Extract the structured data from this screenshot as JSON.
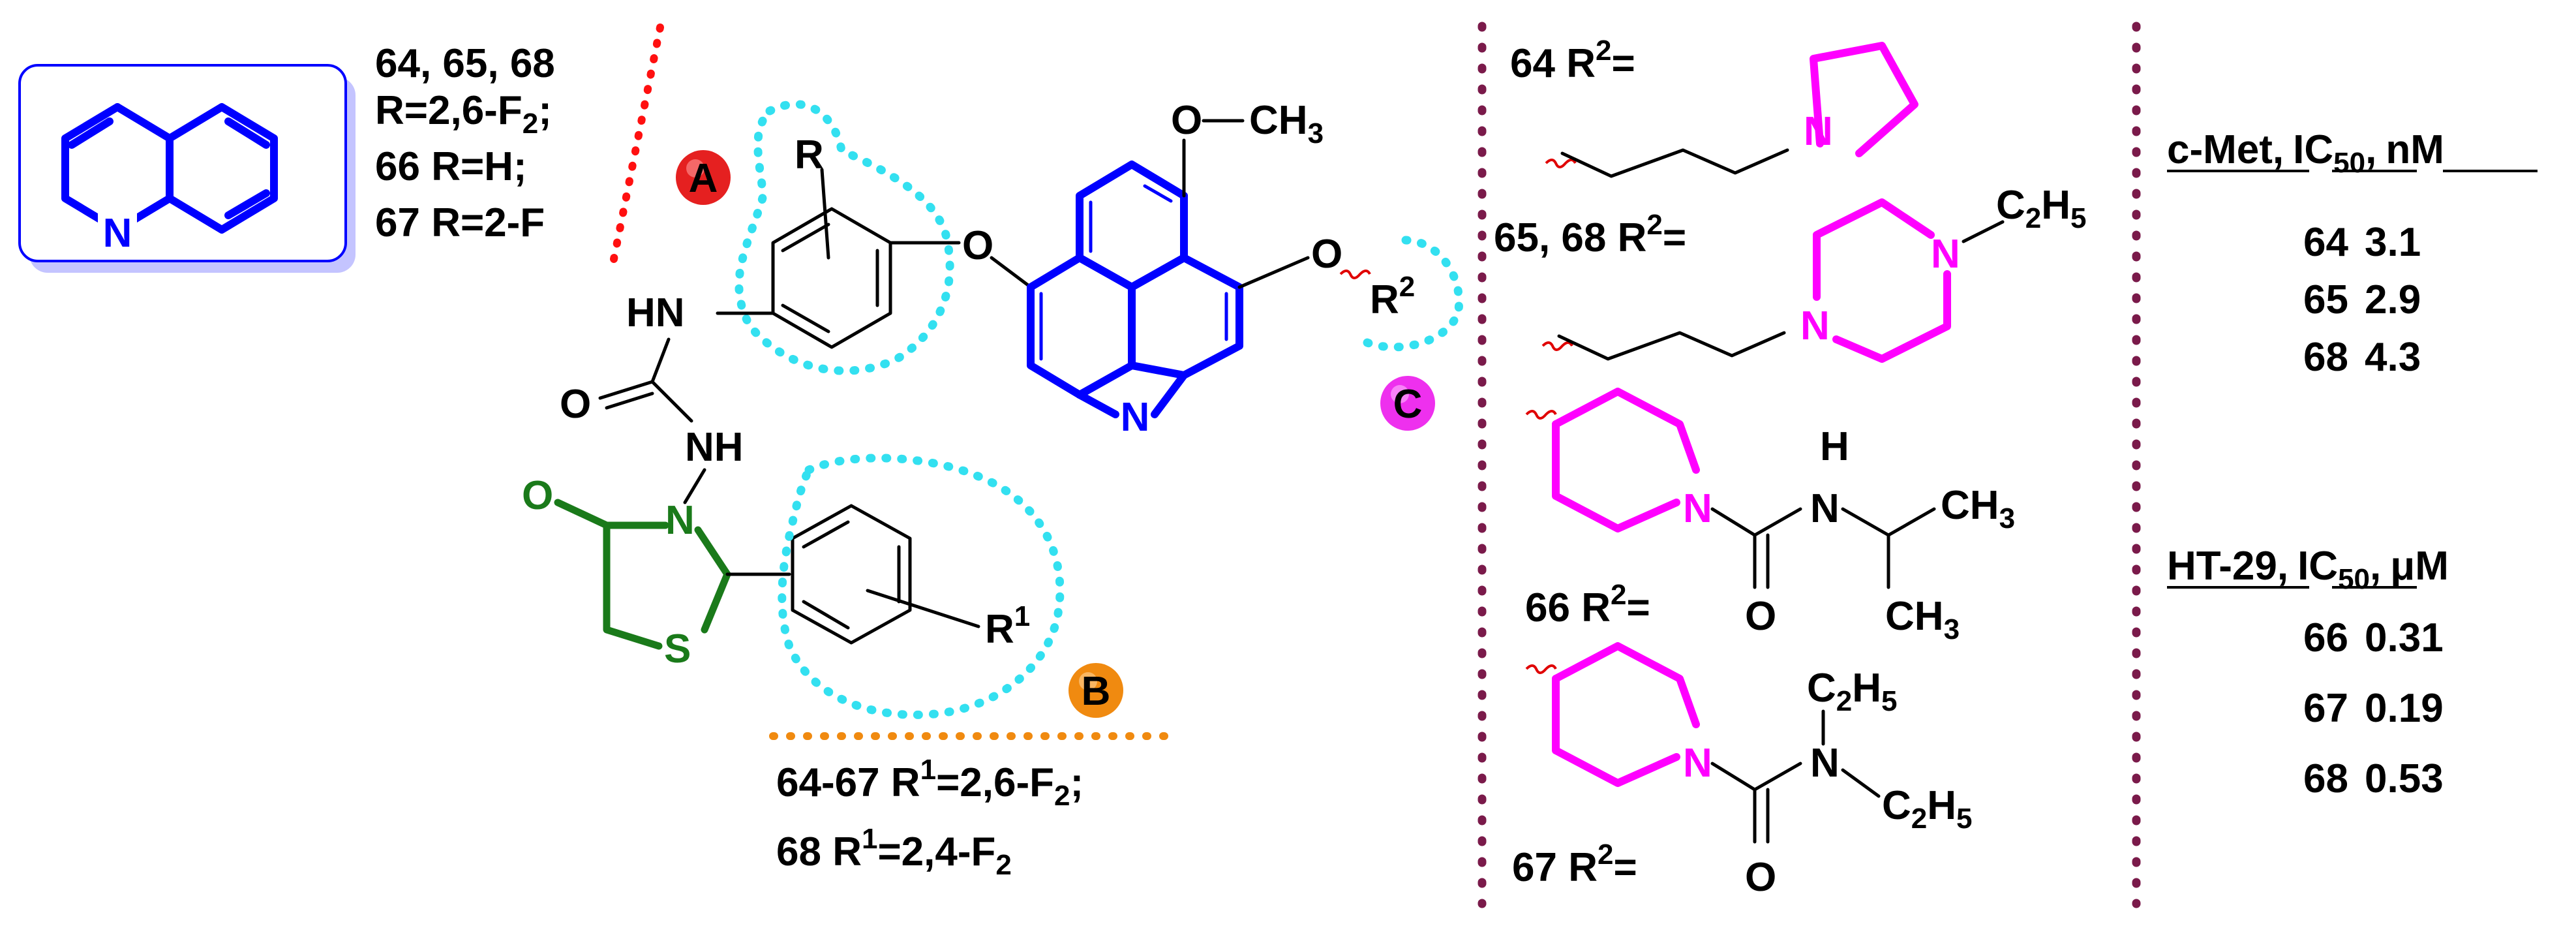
{
  "colors": {
    "core_blue": "#0000ff",
    "thiazolidinone_green": "#1a7a1a",
    "ring_magenta": "#ff00ff",
    "region_cyan": "#33e0f0",
    "badge_a": "#e52020",
    "badge_b": "#f08a10",
    "badge_c": "#ee30ee",
    "separator": "#7a1a4a"
  },
  "badges": {
    "a": "A",
    "b": "B",
    "c": "C"
  },
  "left_notes": {
    "line1": "64, 65, 68",
    "line2_main": "R=2,6-F",
    "line2_sub": "2",
    "line2_end": ";",
    "line3": "66 R=H;",
    "line4": "67 R=2-F"
  },
  "r1_notes": {
    "line1_pre": "64-67 R",
    "line1_sup": "1",
    "line1_mid": "=2,6-F",
    "line1_sub": "2",
    "line1_end": ";",
    "line2_pre": "68 R",
    "line2_sup": "1",
    "line2_mid": "=2,4-F",
    "line2_sub": "2"
  },
  "atoms": {
    "n": "N",
    "o": "O",
    "s": "S",
    "hn": "HN",
    "nh": "NH",
    "h": "H",
    "r": "R",
    "r1": "R",
    "r1_sup": "1",
    "r2": "R",
    "r2_sup": "2",
    "ch3": "CH",
    "ch3_sub": "3",
    "c2h5_c": "C",
    "c2h5_2": "2",
    "c2h5_h": "H",
    "c2h5_5": "5"
  },
  "r2_labels": {
    "c64": "64 R",
    "c6568": "65, 68 R",
    "c66": "66 R",
    "c67": "67 R",
    "sup": "2",
    "eq": "="
  },
  "cmet_table": {
    "h1": "c-Met",
    "h2": "IC",
    "h2_sub": "50",
    "h3": "nM",
    "rows": [
      {
        "compound": "64",
        "value": "3.1"
      },
      {
        "compound": "65",
        "value": "2.9"
      },
      {
        "compound": "68",
        "value": "4.3"
      }
    ]
  },
  "ht29_table": {
    "h1": "HT-29",
    "h2": "IC",
    "h2_sub": "50",
    "h3": "μM",
    "rows": [
      {
        "compound": "66",
        "value": "0.31"
      },
      {
        "compound": "67",
        "value": "0.19"
      },
      {
        "compound": "68",
        "value": "0.53"
      }
    ]
  },
  "sep": ","
}
